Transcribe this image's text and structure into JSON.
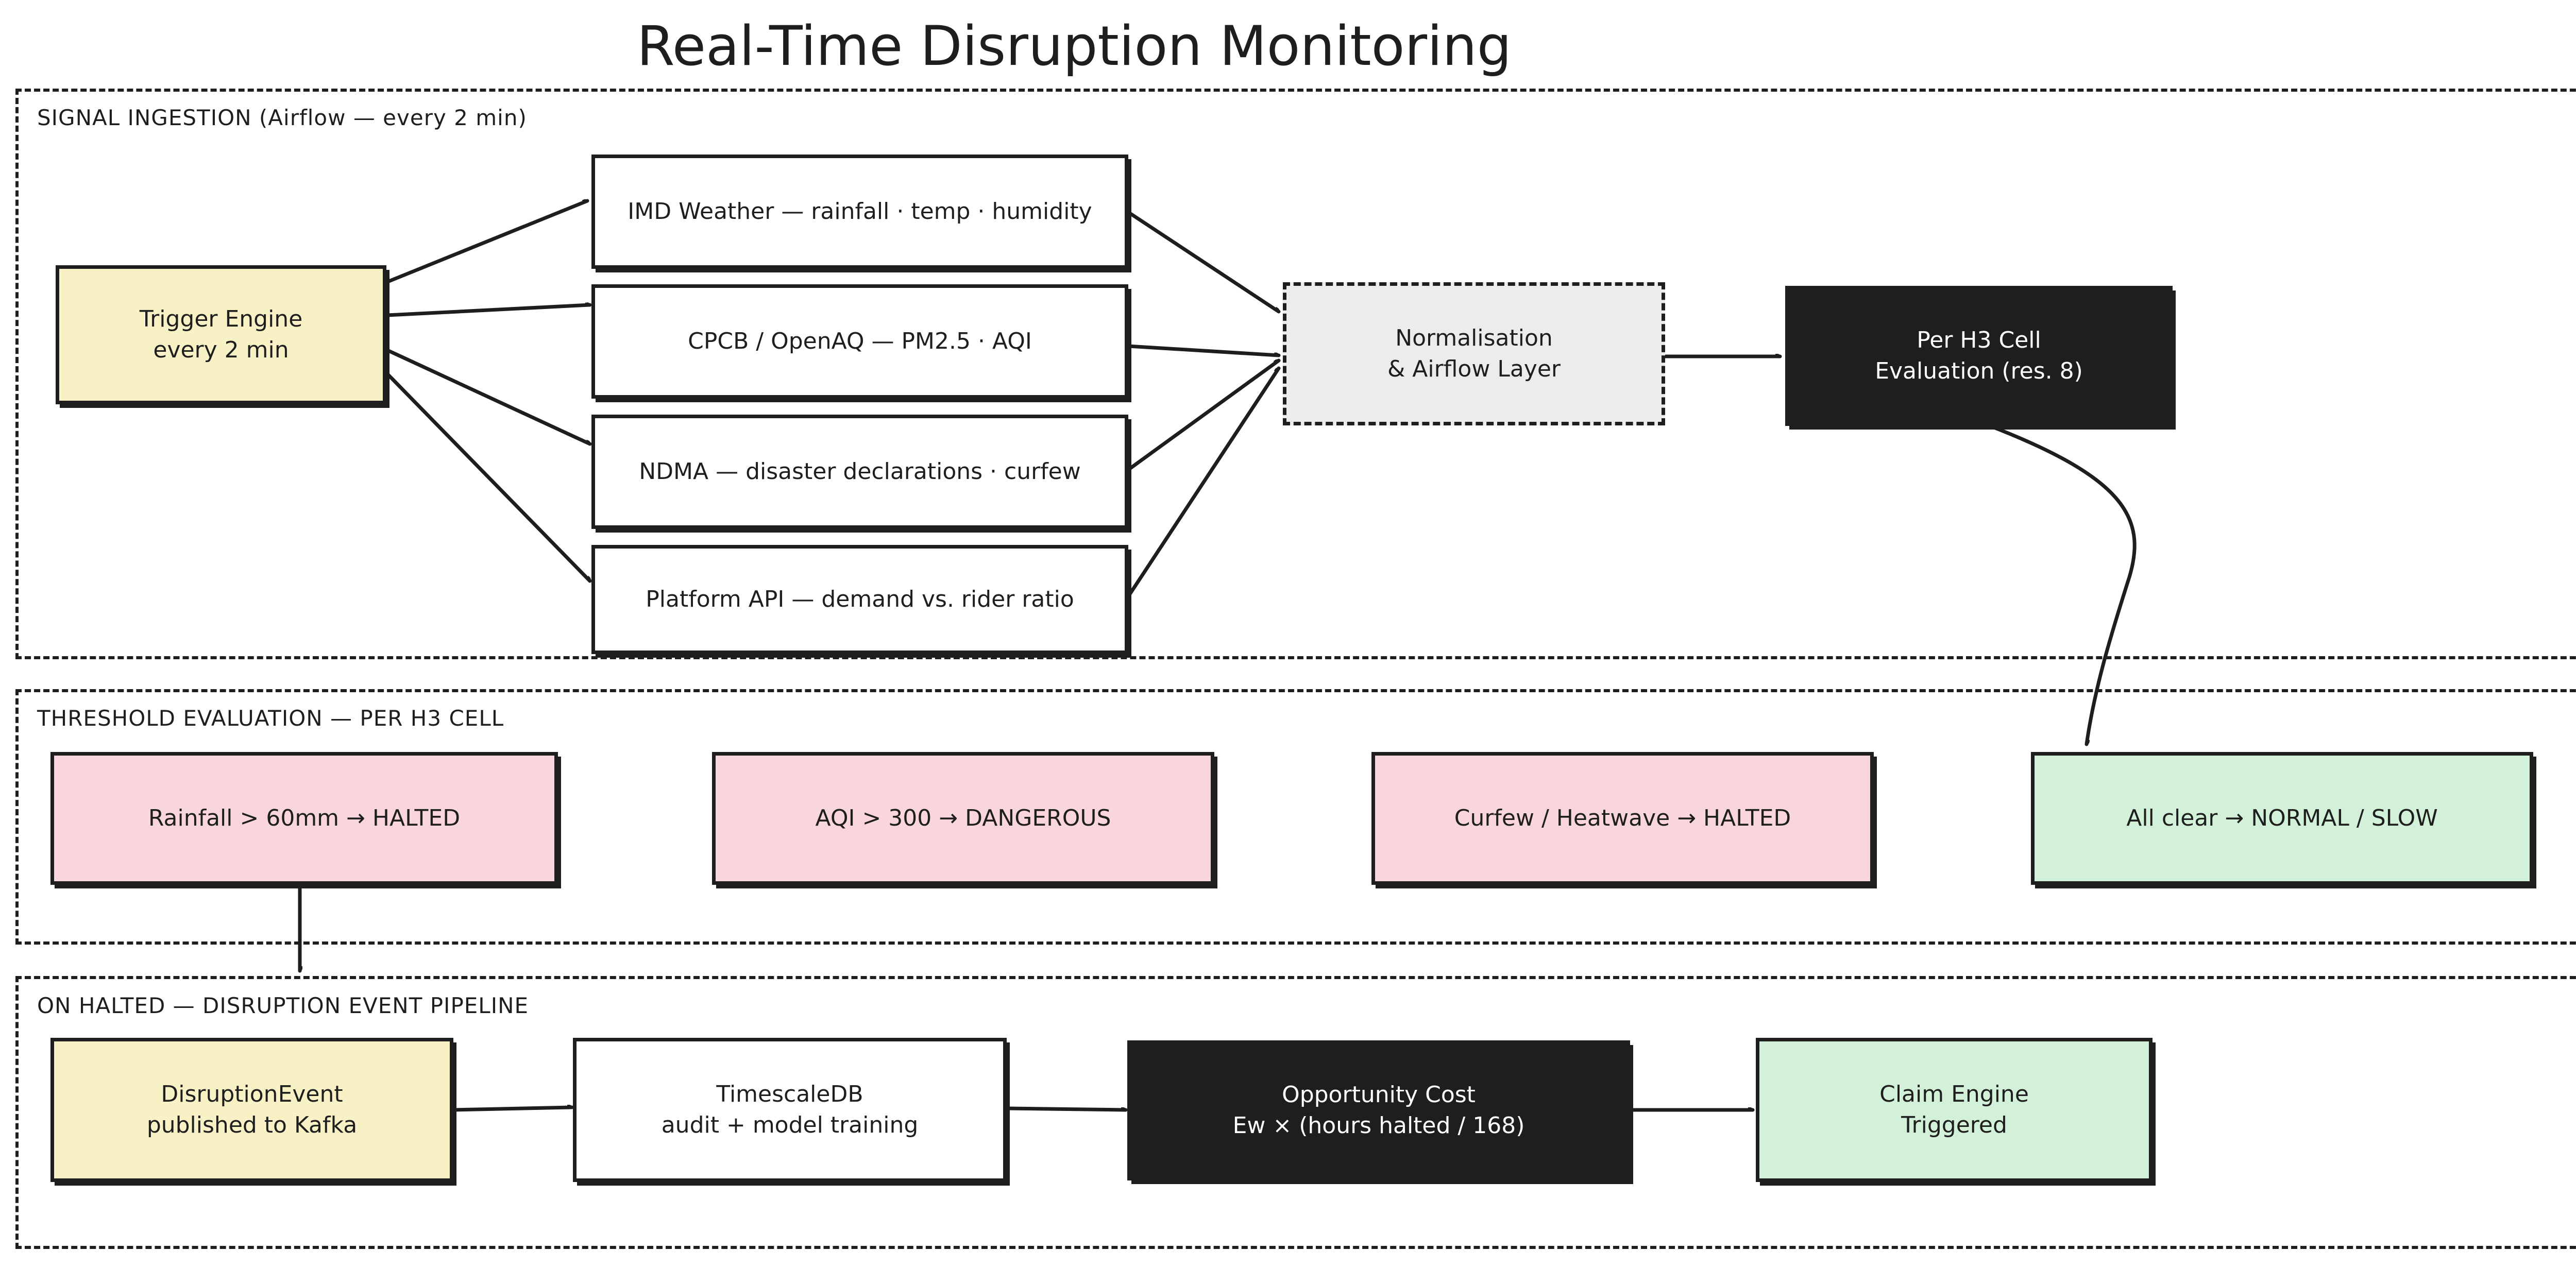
{
  "title": "Real-Time Disruption Monitoring",
  "sections": {
    "ingestion": {
      "label": "SIGNAL INGESTION  (Airflow — every 2 min)"
    },
    "threshold": {
      "label": "THRESHOLD EVALUATION — PER H3 CELL"
    },
    "pipeline": {
      "label": "ON HALTED — DISRUPTION EVENT PIPELINE"
    }
  },
  "nodes": {
    "trigger": "Trigger Engine\nevery 2 min",
    "imd": "IMD Weather — rainfall · temp · humidity",
    "cpcb": "CPCB / OpenAQ — PM2.5 · AQI",
    "ndma": "NDMA — disaster declarations · curfew",
    "platform": "Platform API — demand vs. rider ratio",
    "normalisation": "Normalisation\n& Airflow Layer",
    "h3eval": "Per H3 Cell\nEvaluation (res. 8)",
    "rainfall": "Rainfall > 60mm → HALTED",
    "aqi": "AQI > 300 → DANGEROUS",
    "curfew": "Curfew / Heatwave → HALTED",
    "allclear": "All clear → NORMAL / SLOW",
    "event": "DisruptionEvent\npublished to Kafka",
    "timescale": "TimescaleDB\naudit + model training",
    "opportunity": "Opportunity Cost\nEw × (hours halted / 168)",
    "claim": "Claim Engine\nTriggered"
  },
  "colors": {
    "stroke": "#1e1e1e",
    "yellow": "#f8f1c6",
    "pink": "#f9d6dc",
    "green": "#d3f1d9",
    "grey": "#ececec",
    "dark": "#1e1e1e"
  }
}
